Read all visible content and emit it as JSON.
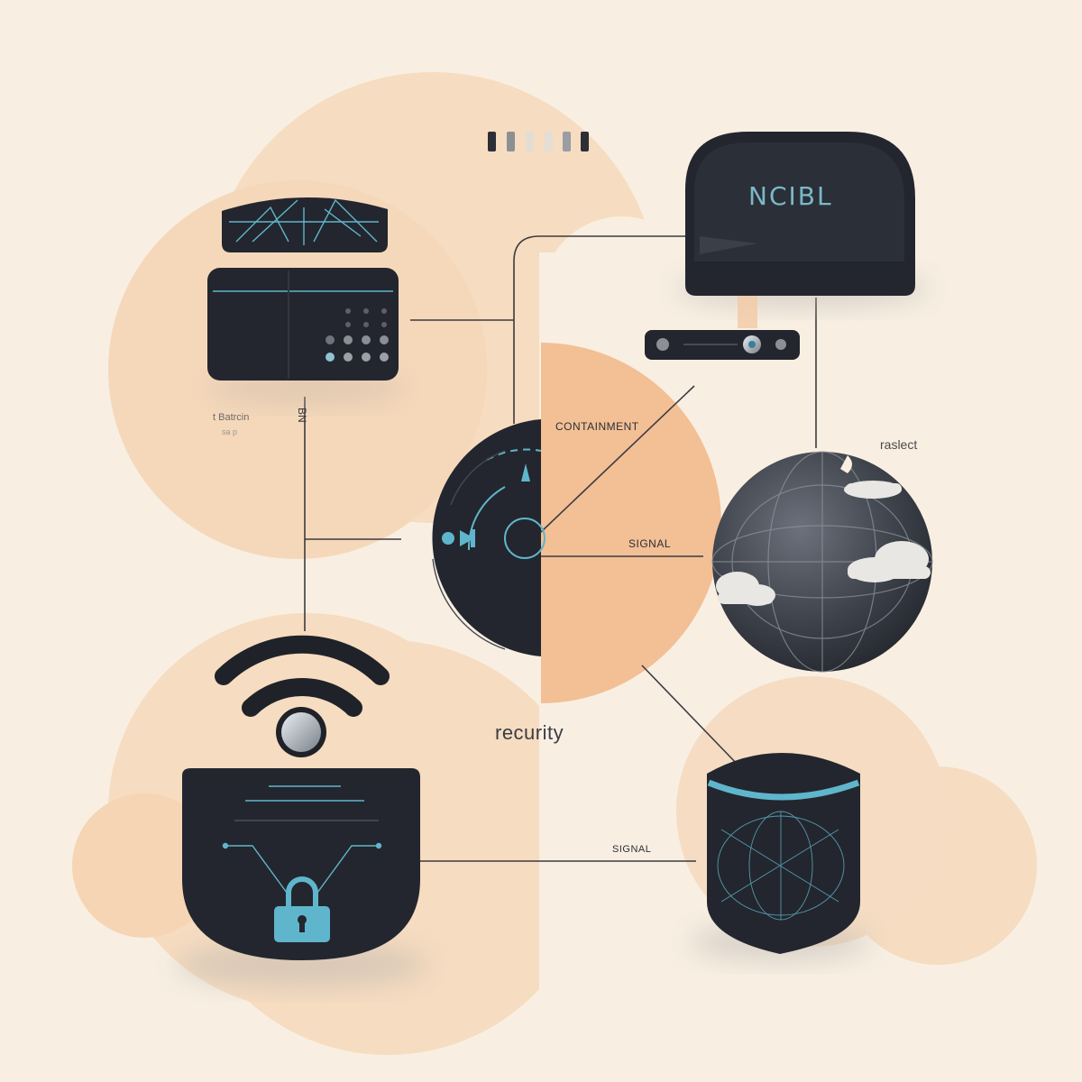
{
  "labels": {
    "screen_text": "NCIBL",
    "containment": "CONTAINMENT",
    "signal_upper": "SIGNAL",
    "signal_lower": "SIGNAL",
    "security": "recurity",
    "rasleCT": "raslect",
    "battery_caption": "t Batrcin",
    "battery_sub": "sa p",
    "vertical_code": "BN"
  },
  "icons": {
    "top_left": "circuit-cover-icon",
    "server": "server-box-icon",
    "monitor": "monitor-screen-icon",
    "device_bar": "device-bar-icon",
    "radar": "radar-disc-icon",
    "globe": "globe-cloud-icon",
    "wifi": "wifi-icon",
    "vault": "lock-vault-icon",
    "shield": "shield-icon"
  },
  "colors": {
    "background": "#f8efe2",
    "blob": "#f6dcc0",
    "peach": "#f3bf95",
    "dark": "#23262e",
    "accent": "#5fb6cc",
    "line": "#3b3b3f"
  }
}
